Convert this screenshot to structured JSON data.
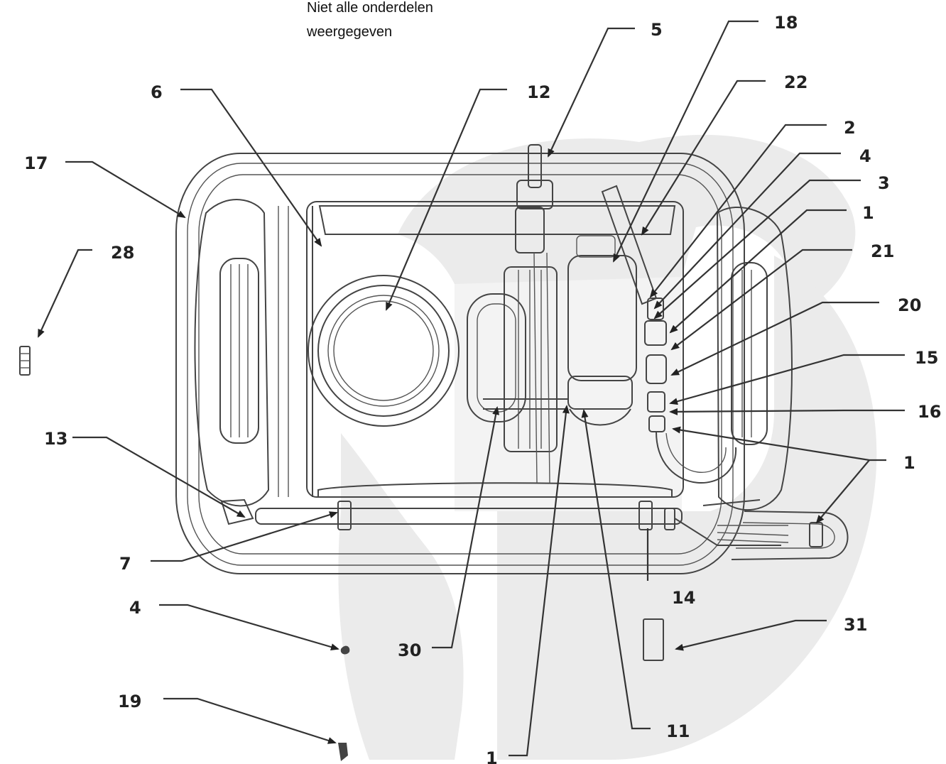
{
  "note": {
    "line1": "Niet alle onderdelen",
    "line2": "weergegeven"
  },
  "labels": {
    "p17": "17",
    "p6": "6",
    "p12": "12",
    "p5": "5",
    "p18": "18",
    "p22": "22",
    "p2": "2",
    "p4_top": "4",
    "p3": "3",
    "p1_a": "1",
    "p21": "21",
    "p20": "20",
    "p15": "15",
    "p16": "16",
    "p1_b": "1",
    "p28": "28",
    "p13": "13",
    "p7": "7",
    "p4_bottom": "4",
    "p30": "30",
    "p19": "19",
    "p1_c": "1",
    "p11": "11",
    "p14": "14",
    "p31": "31"
  }
}
